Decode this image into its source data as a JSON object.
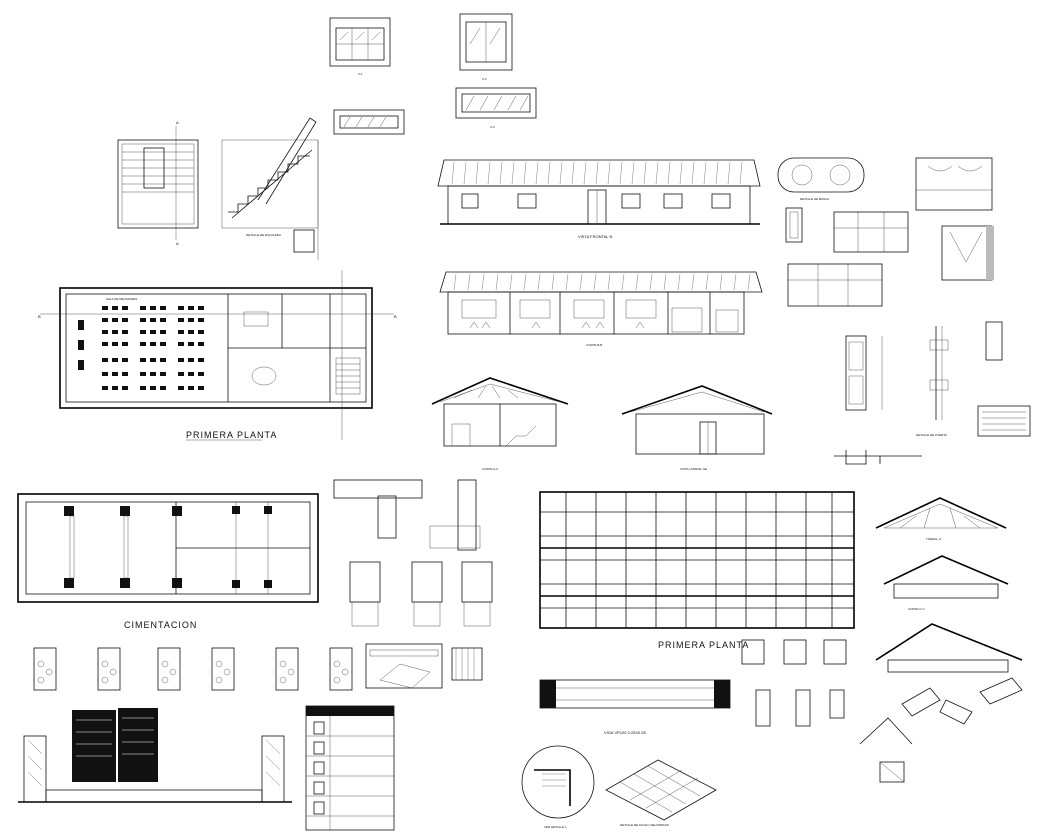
{
  "drawing": {
    "titles": {
      "v_one": "V-1",
      "v_two": "V-2",
      "v_three": "V-3",
      "section_aa_stair": "A",
      "vista_frontal": "VISTA FRONTAL N",
      "corte_bb": "CORTE B-B",
      "corte_aa": "CORTE A-A",
      "vista_lateral": "VISTA LATERAL SE",
      "primera_planta_top": "PRIMERA PLANTA",
      "cimentacion": "CIMENTACION",
      "primera_planta_bottom": "PRIMERA PLANTA",
      "viga": "VIGA VP100 0.25X0.55",
      "detalle_falso": "DETALLE DE FALSO CIELORRASO",
      "ver_detalle": "VER DETALLE 1",
      "detalle_de_puerta": "DETALLE DE PUERTA",
      "detalle_de_escalera": "DETALLE DE ESCALERA",
      "sala_de_reuniones": "SALA DE REUNIONES",
      "axis_b": "B",
      "axis_a": "A",
      "corte_cc": "CORTE C-C",
      "tijeral": "TIJERAL N",
      "detalle_banca": "DETALLE DE BANCA"
    },
    "colors": {
      "ink": "#111111",
      "paper": "#ffffff",
      "fill": "#bbbbbb"
    }
  }
}
